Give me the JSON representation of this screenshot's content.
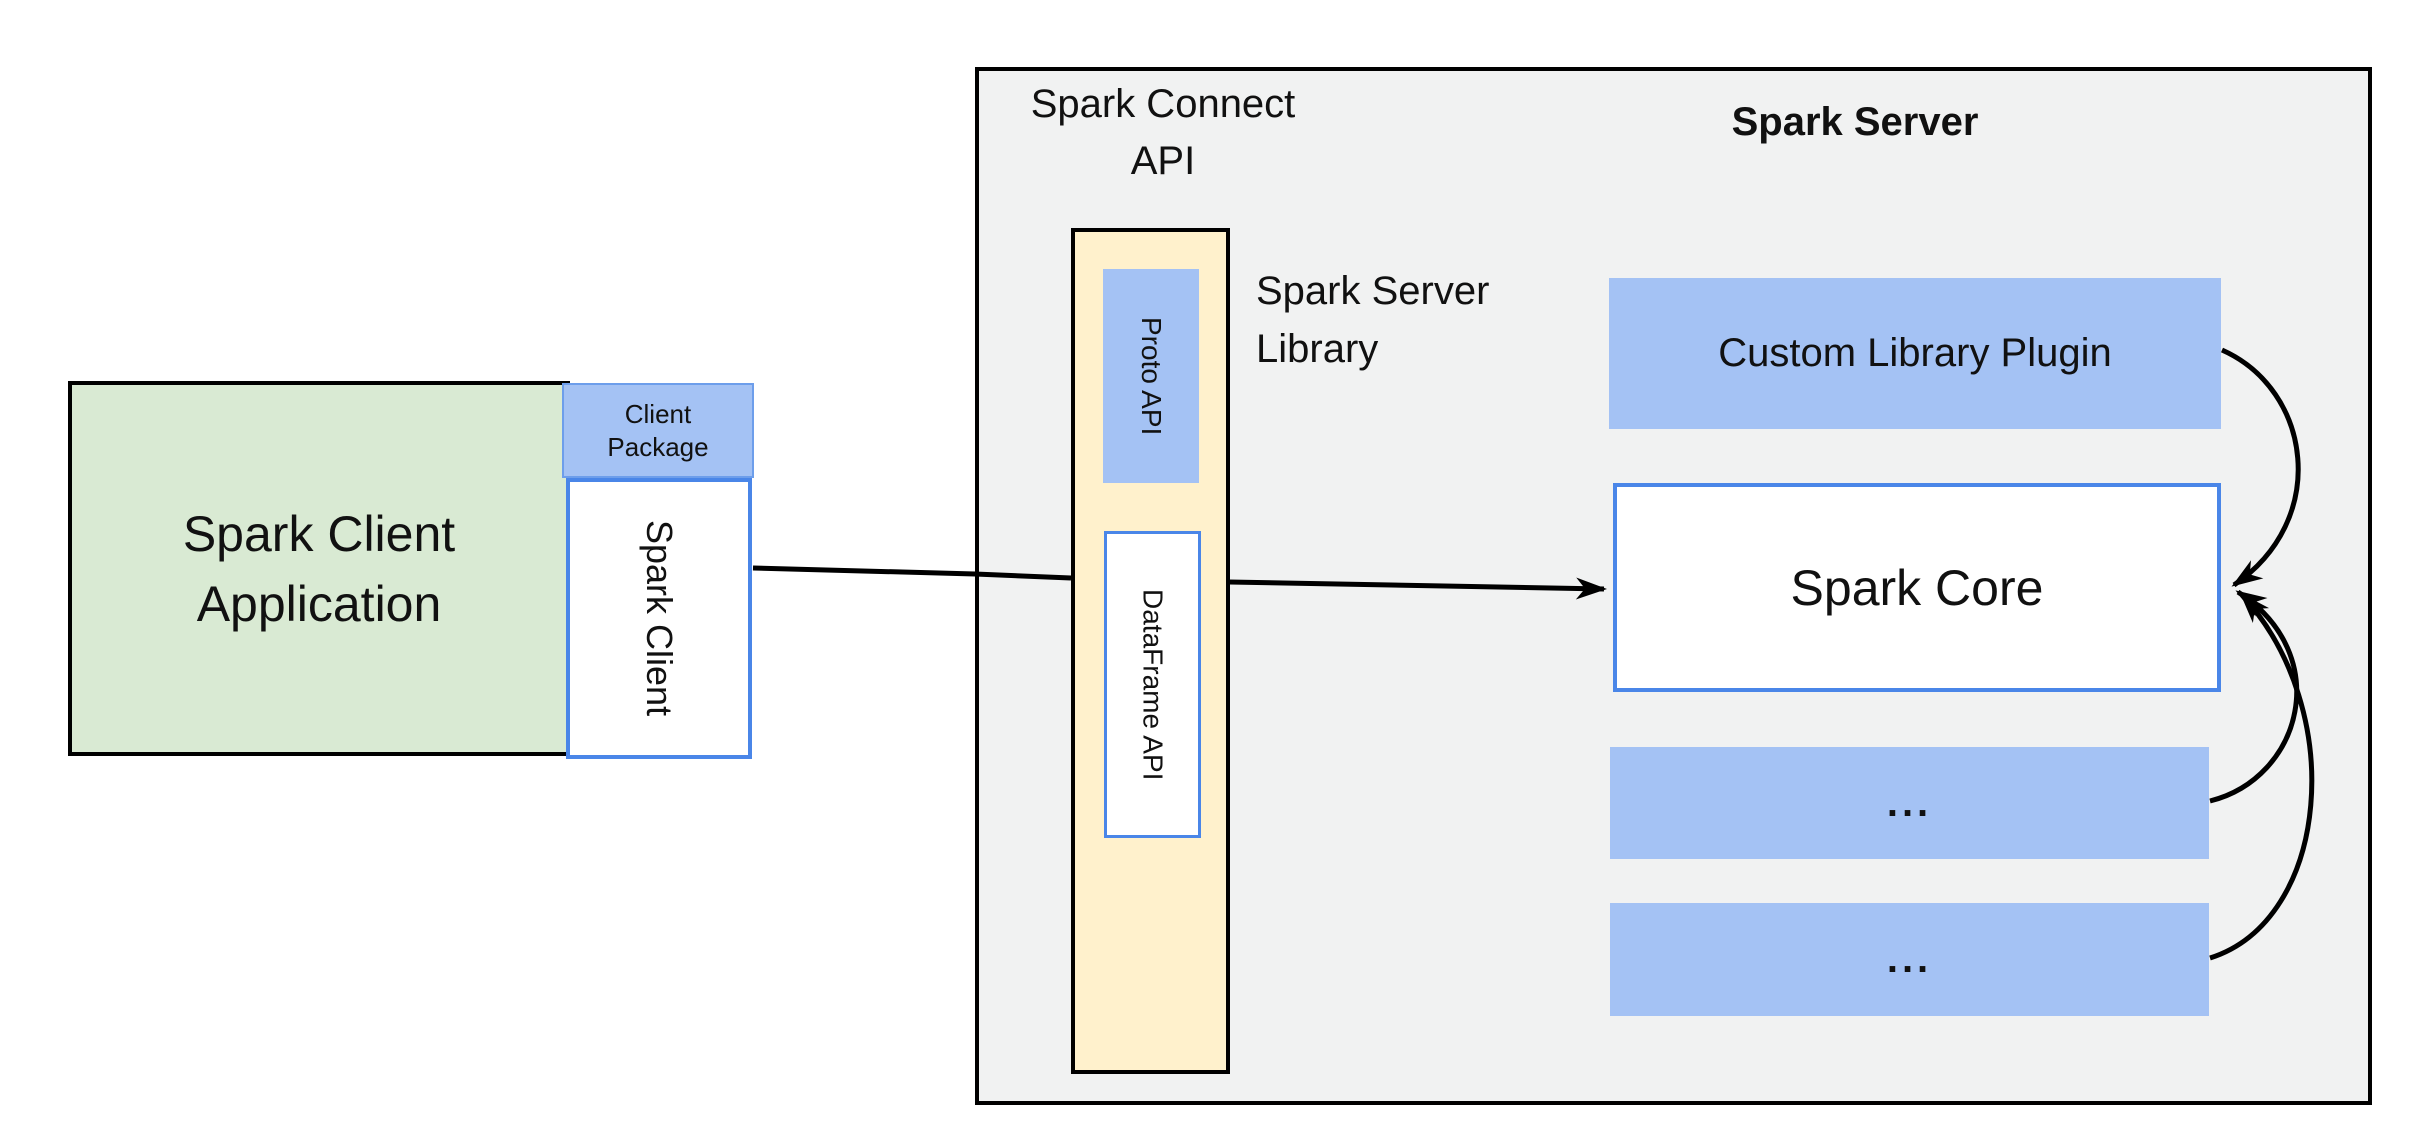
{
  "colors": {
    "page_bg": "#ffffff",
    "panel_gray": "#f1f2f2",
    "green_fill": "#d9ead3",
    "blue_fill": "#a4c2f4",
    "yellow_fill": "#fff1cc",
    "blue_border": "#4a86e8",
    "package_border": "#6d9eeb",
    "line_black": "#000000",
    "text_color": "#111111"
  },
  "client": {
    "app_line1": "Spark Client",
    "app_line2": "Application",
    "package_line1": "Client",
    "package_line2": "Package",
    "library_label": "Spark Client"
  },
  "connect": {
    "title_line1": "Spark Connect",
    "title_line2": "API",
    "proto_label": "Proto API",
    "dataframe_label": "DataFrame API",
    "server_library_line1": "Spark Server",
    "server_library_line2": "Library"
  },
  "server": {
    "title": "Spark Server",
    "plugin_label": "Custom Library Plugin",
    "core_label": "Spark Core",
    "placeholder1": "...",
    "placeholder2": "..."
  }
}
